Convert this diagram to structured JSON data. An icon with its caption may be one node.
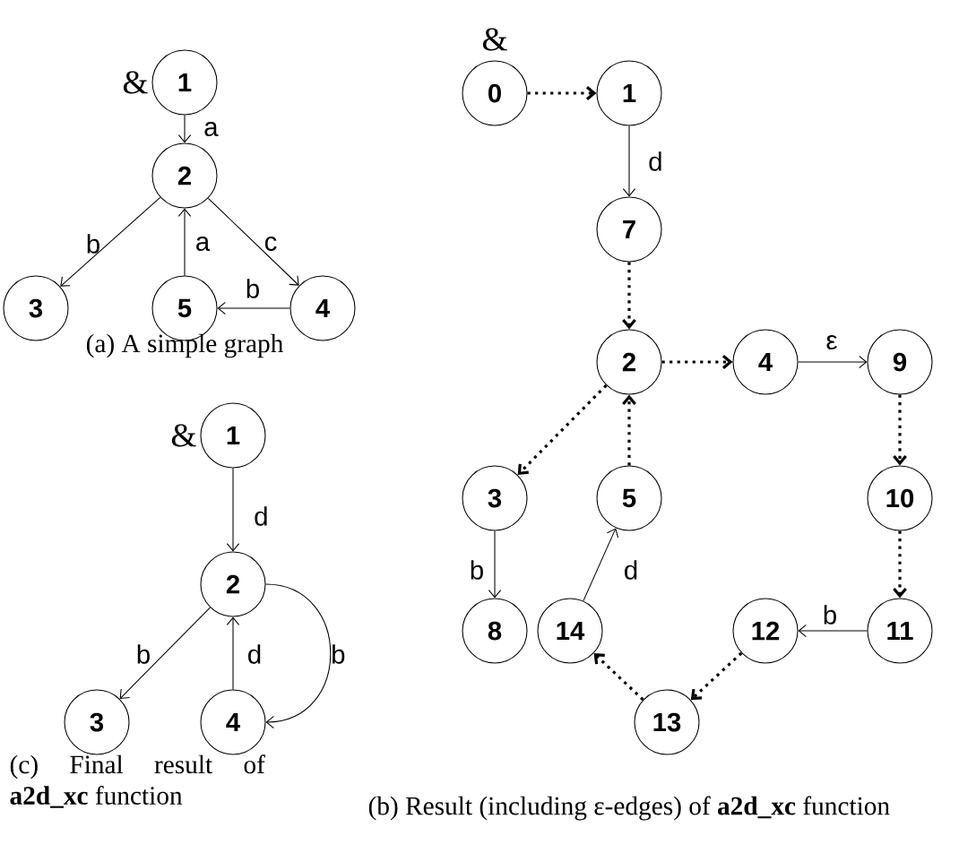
{
  "diagram": {
    "nodes": [
      {
        "text": [
          "1"
        ]
      },
      {
        "text": [
          "2"
        ]
      },
      {
        "text": [
          "3"
        ]
      },
      {
        "text": [
          "5"
        ]
      },
      {
        "text": [
          "4"
        ]
      },
      {
        "text": [
          "1"
        ]
      },
      {
        "text": [
          "2"
        ]
      },
      {
        "text": [
          "3"
        ]
      },
      {
        "text": [
          "4"
        ]
      },
      {
        "text": [
          "0"
        ]
      },
      {
        "text": [
          "1"
        ]
      },
      {
        "text": [
          "7"
        ]
      },
      {
        "text": [
          "2"
        ]
      },
      {
        "text": [
          "4"
        ]
      },
      {
        "text": [
          "9"
        ]
      },
      {
        "text": [
          "3"
        ]
      },
      {
        "text": [
          "5"
        ]
      },
      {
        "text": [
          "10"
        ]
      },
      {
        "text": [
          "8"
        ]
      },
      {
        "text": [
          "14"
        ]
      },
      {
        "text": [
          "12"
        ]
      },
      {
        "text": [
          "11"
        ]
      },
      {
        "text": [
          "13"
        ]
      }
    ],
    "edges": [
      {
        "from": 0,
        "to": 1,
        "arrow": "to",
        "label": "a"
      },
      {
        "from": 1,
        "to": 2,
        "arrow": "to",
        "label": "b"
      },
      {
        "from": 3,
        "to": 1,
        "arrow": "to",
        "label": "a"
      },
      {
        "from": 1,
        "to": 4,
        "arrow": "to",
        "label": "c"
      },
      {
        "from": 4,
        "to": 3,
        "arrow": "to",
        "label": "b"
      },
      {
        "from": 5,
        "to": 6,
        "arrow": "to",
        "label": "d"
      },
      {
        "from": 6,
        "to": 7,
        "arrow": "to",
        "label": "b"
      },
      {
        "from": 8,
        "to": 6,
        "arrow": "to",
        "label": "d"
      },
      {
        "from": 6,
        "to": 8,
        "arrow": "to",
        "label": "b"
      },
      {
        "from": 9,
        "to": 10,
        "arrow": "to",
        "style": "dashed"
      },
      {
        "from": 10,
        "to": 11,
        "arrow": "to",
        "label": "d"
      },
      {
        "from": 11,
        "to": 12,
        "arrow": "to",
        "style": "dashed"
      },
      {
        "from": 12,
        "to": 13,
        "arrow": "to",
        "style": "dashed"
      },
      {
        "from": 13,
        "to": 14,
        "arrow": "to",
        "label": "ε"
      },
      {
        "from": 14,
        "to": 17,
        "arrow": "to",
        "style": "dashed"
      },
      {
        "from": 17,
        "to": 21,
        "arrow": "to",
        "style": "dashed"
      },
      {
        "from": 21,
        "to": 20,
        "arrow": "to",
        "label": "b"
      },
      {
        "from": 20,
        "to": 22,
        "arrow": "to",
        "style": "dashed"
      },
      {
        "from": 22,
        "to": 19,
        "arrow": "to",
        "style": "dashed"
      },
      {
        "from": 19,
        "to": 16,
        "arrow": "to",
        "label": "d"
      },
      {
        "from": 16,
        "to": 12,
        "arrow": "to",
        "style": "dashed"
      },
      {
        "from": 12,
        "to": 15,
        "arrow": "to",
        "style": "dashed"
      },
      {
        "from": 15,
        "to": 18,
        "arrow": "to",
        "label": "b"
      }
    ],
    "labels": [
      "&",
      "&",
      "(a) A simple graph",
      "&",
      "(c) Final result of **a2d_xc** function",
      "(b) Result (including ε-edges) of **a2d_xc** function"
    ]
  }
}
